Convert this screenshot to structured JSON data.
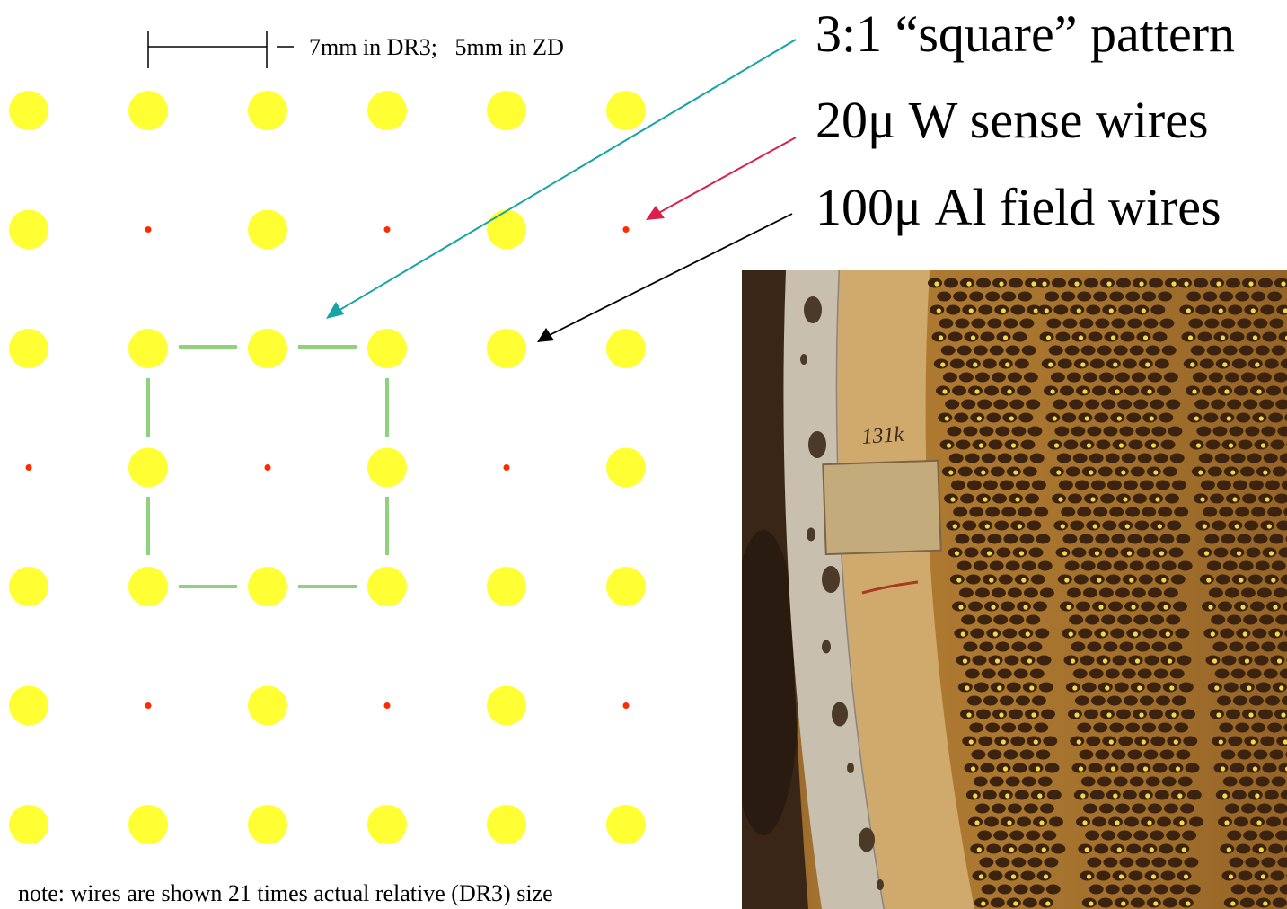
{
  "colors": {
    "field_wire": "#ffff33",
    "sense_wire": "#ff2a00",
    "cell_outline": "#8fd27c",
    "arrow_pattern": "#17a4a6",
    "arrow_sense": "#d8204a",
    "arrow_field": "#000000",
    "photo_base": "#a8742e",
    "photo_frame": "#c9bfae",
    "photo_wire_dark": "#3b2310",
    "photo_wire_hole": "#f2d84a"
  },
  "scale_bar": {
    "label": "7mm in DR3;   5mm in ZD"
  },
  "labels": {
    "pattern": "3:1 “square” pattern",
    "sense_wires": "20μ W sense wires",
    "field_wires": "100μ Al field wires"
  },
  "note": "note: wires are shown 21 times actual relative (DR3) size",
  "grid": {
    "rows": [
      "FFFFFF",
      "FsFsFs",
      "FFFFFF",
      "sFsFsF",
      "FFFFFF",
      "FsFsFs",
      "FFFFFF"
    ]
  },
  "photo": {
    "photo_handwriting": "131k"
  }
}
